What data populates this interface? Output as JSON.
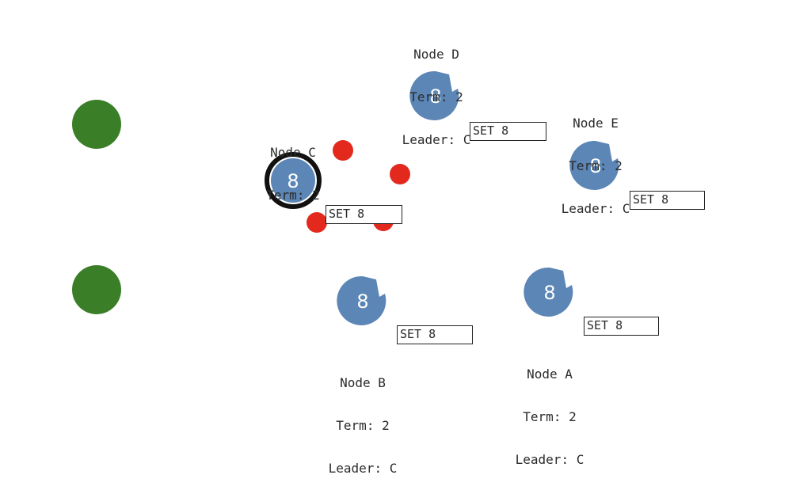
{
  "colors": {
    "node_fill": "#5b86b5",
    "leader_ring": "#111111",
    "client": "#3a7f28",
    "message": "#e3291e",
    "text": "#2b2b2b",
    "box_border": "#222222"
  },
  "clients": [
    {
      "id": "client-1"
    },
    {
      "id": "client-2"
    }
  ],
  "nodes": [
    {
      "id": "c",
      "name": "Node C",
      "term": "Term: 2",
      "leader": "",
      "value": "8",
      "is_leader": true,
      "log_entry": "SET 8"
    },
    {
      "id": "d",
      "name": "Node D",
      "term": "Term: 2",
      "leader": "Leader: C",
      "value": "8",
      "is_leader": false,
      "log_entry": "SET 8"
    },
    {
      "id": "e",
      "name": "Node E",
      "term": "Term: 2",
      "leader": "Leader: C",
      "value": "8",
      "is_leader": false,
      "log_entry": "SET 8"
    },
    {
      "id": "b",
      "name": "Node B",
      "term": "Term: 2",
      "leader": "Leader: C",
      "value": "8",
      "is_leader": false,
      "log_entry": "SET 8"
    },
    {
      "id": "a",
      "name": "Node A",
      "term": "Term: 2",
      "leader": "Leader: C",
      "value": "8",
      "is_leader": false,
      "log_entry": "SET 8"
    }
  ],
  "messages_in_flight": 4
}
